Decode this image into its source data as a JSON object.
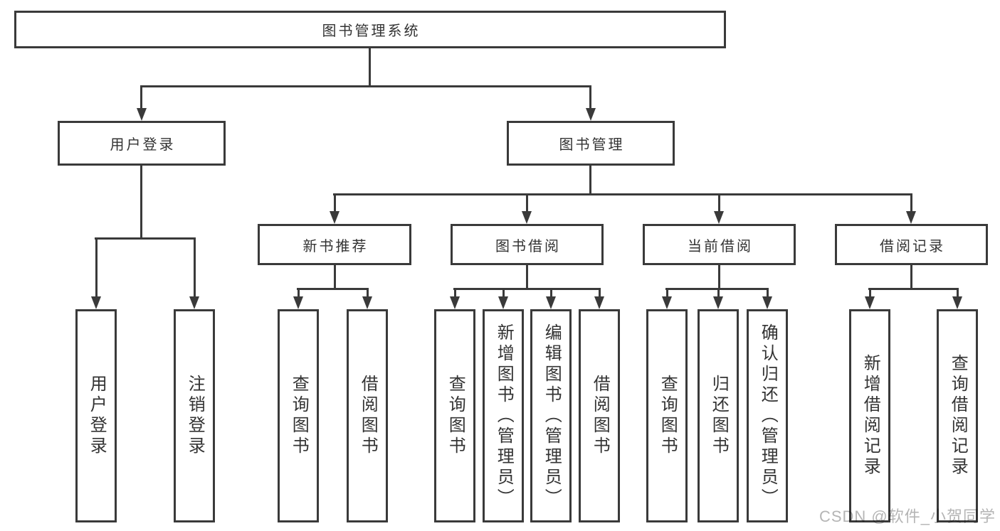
{
  "diagram": {
    "root": {
      "label": "图书管理系统"
    },
    "user_login": {
      "label": "用户登录",
      "children": [
        {
          "label": "用户登录"
        },
        {
          "label": "注销登录"
        }
      ]
    },
    "book_mgmt": {
      "label": "图书管理",
      "children": [
        {
          "label": "新书推荐",
          "children": [
            {
              "label": "查询图书"
            },
            {
              "label": "借阅图书"
            }
          ]
        },
        {
          "label": "图书借阅",
          "children": [
            {
              "label": "查询图书"
            },
            {
              "label": "新增图书（管理员）"
            },
            {
              "label": "编辑图书（管理员）"
            },
            {
              "label": "借阅图书"
            }
          ]
        },
        {
          "label": "当前借阅",
          "children": [
            {
              "label": "查询图书"
            },
            {
              "label": "归还图书"
            },
            {
              "label": "确认归还（管理员）"
            }
          ]
        },
        {
          "label": "借阅记录",
          "children": [
            {
              "label": "新增借阅记录"
            },
            {
              "label": "查询借阅记录"
            }
          ]
        }
      ]
    },
    "watermark": "CSDN @软件_小贺同学",
    "colors": {
      "line": "#3a3a3a",
      "text": "#333333",
      "watermark": "#b5b5b5",
      "background": "#ffffff"
    }
  }
}
